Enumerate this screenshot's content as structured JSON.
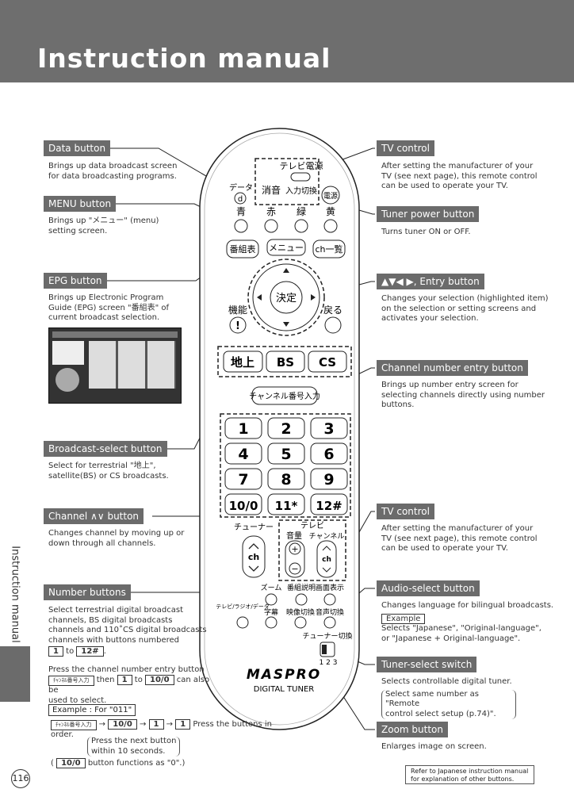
{
  "header": {
    "title": "Instruction manual"
  },
  "side_tab": {
    "label": "Instruction manual"
  },
  "page_number": "116",
  "left": {
    "data_button": {
      "label": "Data button",
      "desc": [
        "Brings up data broadcast screen",
        "for data broadcasting programs."
      ]
    },
    "menu_button": {
      "label": "MENU button",
      "desc": [
        "Brings up \"メニュー\" (menu)",
        "setting screen."
      ]
    },
    "epg_button": {
      "label": "EPG button",
      "desc": [
        "Brings up Electronic Program",
        "Guide (EPG) screen  \"番組表\" of",
        "current broadcast selection."
      ]
    },
    "broadcast_select": {
      "label": "Broadcast-select button",
      "desc": [
        "Select for terrestrial \"地上\",",
        "satellite(BS) or CS broadcasts."
      ]
    },
    "channel_button": {
      "label": "Channel  ∧∨  button",
      "desc": [
        "Changes channel by moving up or",
        "down through all channels."
      ]
    },
    "number_buttons": {
      "label": "Number buttons",
      "desc": [
        "Select terrestrial digital broadcast",
        "channels, BS digital broadcasts",
        "channels and 110˚CS digital broadcasts",
        "channels with buttons numbered"
      ],
      "range_from": "1",
      "range_to_word": "to",
      "range_to": "12#",
      "press_line1": "Press the channel  number entry button",
      "press_key1": "ﾁｬﾝﾈﾙ番号入力",
      "press_then": "then",
      "press_key2": "1",
      "press_to": "to",
      "press_key3": "10/0",
      "press_tail": "can also be",
      "press_line3": "used to select."
    },
    "example": {
      "title": "Example : For \"011\"",
      "key0": "ﾁｬﾝﾈﾙ番号入力",
      "key1": "10/0",
      "key2": "1",
      "key3": "1",
      "instruction": "Press the buttons in order.",
      "next1": "Press the next button",
      "next2": "within 10 seconds.",
      "foot_open": "(",
      "foot_key": "10/0",
      "foot_text": "button functions as \"0\".)"
    }
  },
  "right": {
    "tv_control_top": {
      "label": "TV control",
      "desc": [
        "After setting the manufacturer of your",
        "TV (see next page), this remote control",
        "can be used to operate your TV."
      ]
    },
    "tuner_power": {
      "label": "Tuner power button",
      "desc": [
        "Turns tuner ON or OFF."
      ]
    },
    "entry_button": {
      "label": "▲▼◀ ▶, Entry button",
      "desc": [
        "Changes your selection (highlighted item)",
        "on the selection or setting screens and",
        "activates your selection."
      ]
    },
    "channel_entry": {
      "label": "Channel number entry button",
      "desc": [
        "Brings up number entry screen for",
        "selecting channels directly using number",
        "buttons."
      ]
    },
    "tv_control_bottom": {
      "label": "TV control",
      "desc": [
        "After setting the manufacturer of your",
        "TV (see next page), this remote control",
        "can be used to operate your TV."
      ]
    },
    "audio_select": {
      "label": "Audio-select button",
      "desc": [
        "Changes language for bilingual broadcasts."
      ],
      "example_word": "Example",
      "example_desc": [
        "Selects \"Japanese\", \"Original-language\",",
        "or \"Japanese + Original-language\"."
      ]
    },
    "tuner_switch": {
      "label": "Tuner-select switch",
      "desc": [
        "Selects controllable digital tuner."
      ],
      "paren": [
        "Select same number as \"Remote",
        "control select setup (p.74)\"."
      ]
    },
    "zoom_button": {
      "label": "Zoom button",
      "desc": [
        "Enlarges image on screen."
      ]
    }
  },
  "note": [
    "Refer to Japanese instruction manual",
    "for explanation of other buttons."
  ],
  "remote": {
    "tv_power": "テレビ電源",
    "data": "データ",
    "data_d": "d",
    "mute": "消音",
    "input": "入力切換",
    "power": "電源",
    "blue": "青",
    "red": "赤",
    "green": "緑",
    "yellow": "黄",
    "epg": "番組表",
    "menu": "メニュー",
    "chlist": "ch一覧",
    "kinou": "機能",
    "kettei": "決定",
    "modoru": "戻る",
    "chijo": "地上",
    "bs": "BS",
    "cs": "CS",
    "ch_entry": "チャンネル番号入力",
    "nums": [
      "1",
      "2",
      "3",
      "4",
      "5",
      "6",
      "7",
      "8",
      "9",
      "10/0",
      "11*",
      "12#"
    ],
    "tuner": "チューナー",
    "tv": "テレビ",
    "volume": "音量",
    "channel": "チャンネル",
    "ch": "ch",
    "zoom": "ズーム",
    "bangumi_setsumei": "番組説明",
    "gamen_hyoji": "画面表示",
    "tv_radio_data": "テレビ/ラジオ/データ",
    "jimaku": "字幕",
    "eizo": "映像切換",
    "onsei": "音声切換",
    "tuner_switch": "チューナー切換",
    "tuner_nums": "1 2 3",
    "brand": "MASPRO",
    "model": "DIGITAL TUNER"
  }
}
